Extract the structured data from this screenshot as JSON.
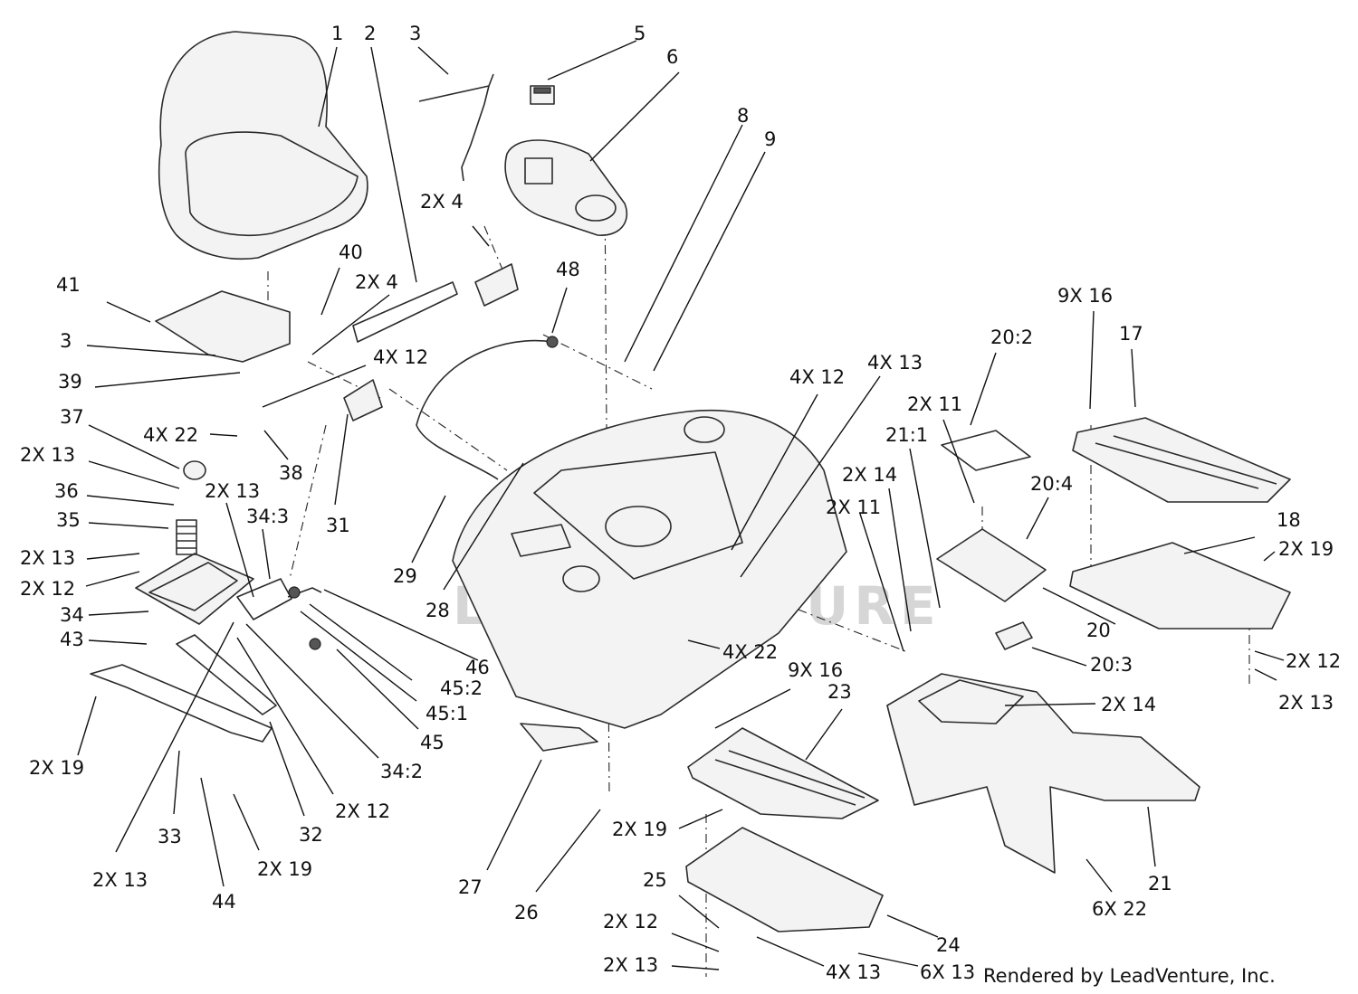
{
  "diagram": {
    "credit": "Rendered by LeadVenture, Inc.",
    "watermark": "LEADVENTURE",
    "labels": [
      "1",
      "2",
      "3",
      "5",
      "6",
      "8",
      "9",
      "2X 4",
      "40",
      "2X 4",
      "48",
      "41",
      "3",
      "39",
      "4X 12",
      "37",
      "4X 22",
      "38",
      "2X 13",
      "2X 13",
      "36",
      "34:3",
      "35",
      "2X 13",
      "2X 12",
      "31",
      "29",
      "28",
      "34",
      "43",
      "46",
      "45:2",
      "45:1",
      "45",
      "34:2",
      "2X 19",
      "33",
      "2X 13",
      "44",
      "2X 19",
      "32",
      "2X 12",
      "27",
      "26",
      "4X 12",
      "4X 13",
      "2X 11",
      "20:2",
      "21:1",
      "2X 14",
      "2X 11",
      "20:4",
      "9X 16",
      "17",
      "18",
      "2X 19",
      "20",
      "20:3",
      "2X 12",
      "2X 13",
      "2X 14",
      "4X 22",
      "9X 16",
      "23",
      "2X 19",
      "25",
      "24",
      "2X 12",
      "2X 13",
      "4X 13",
      "6X 13",
      "21",
      "6X 22"
    ]
  }
}
